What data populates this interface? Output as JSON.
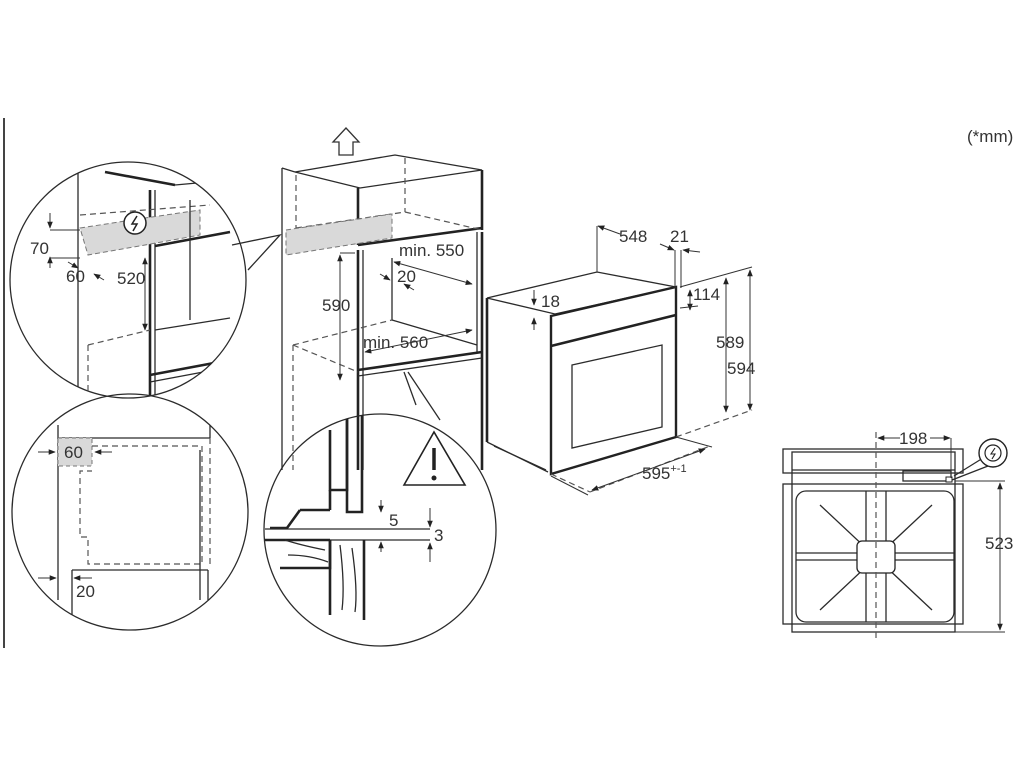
{
  "unit_note": "(*mm)",
  "detail_top_left": {
    "dim_height_cutout": "70",
    "dim_depth_cutout": "60",
    "dim_height_above": "520",
    "icon": "electrical-connection-icon"
  },
  "detail_bottom_left": {
    "dim_top_gap": "60",
    "dim_side_gap": "20"
  },
  "cabinet": {
    "dim_min_depth": "min. 550",
    "dim_gap": "20",
    "dim_height": "590",
    "dim_min_width": "min. 560",
    "vent_arrow": "arrow-up-icon"
  },
  "detail_bottom_center": {
    "warning_icon": "warning-icon",
    "dim_5": "5",
    "dim_3": "3"
  },
  "oven": {
    "dim_depth": "548",
    "dim_front": "21",
    "dim_top_offset": "18",
    "dim_panel_height": "114",
    "dim_body_height": "589",
    "dim_total_height": "594",
    "dim_width": "595",
    "dim_width_tolerance": "+-1"
  },
  "oven_front_view": {
    "dim_connection_offset": "198",
    "dim_connection_height": "523",
    "icon": "electrical-connection-icon"
  }
}
